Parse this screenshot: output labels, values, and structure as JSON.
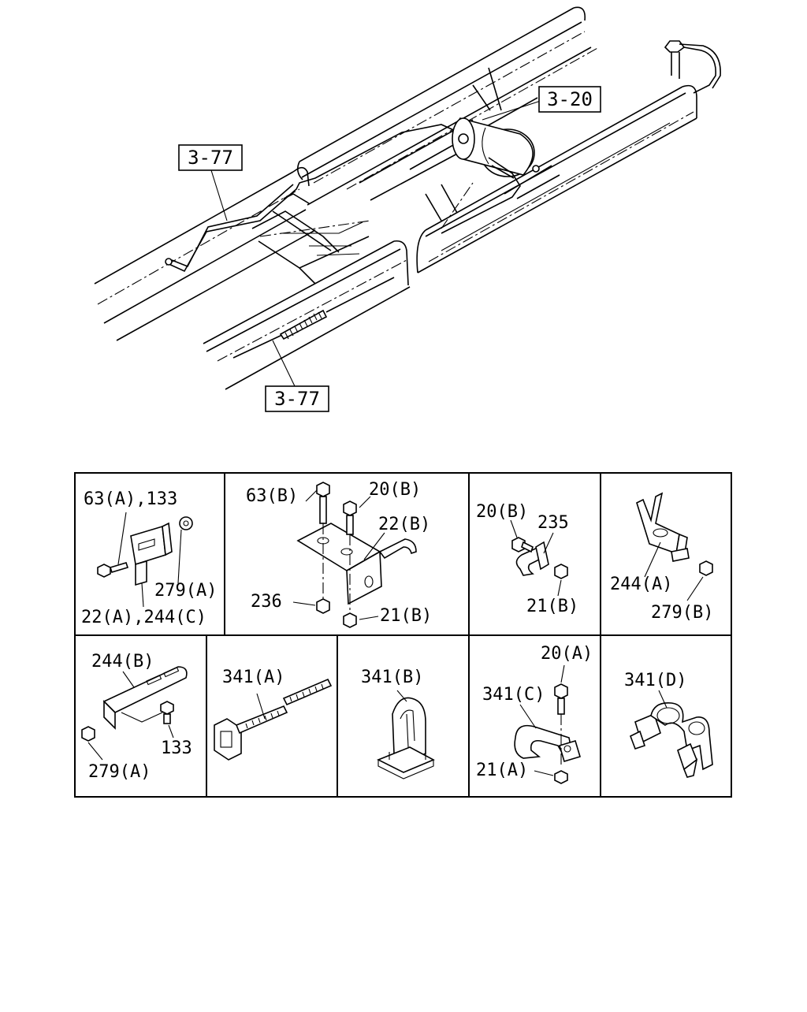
{
  "top_diagram": {
    "ref_boxes": [
      {
        "id": "ref-a",
        "label": "3-77"
      },
      {
        "id": "ref-b",
        "label": "3-20"
      },
      {
        "id": "ref-c",
        "label": "3-77"
      }
    ]
  },
  "parts_table": {
    "cells": [
      {
        "id": "c1",
        "labels": [
          "63(A),133",
          "279(A)",
          "22(A),244(C)"
        ]
      },
      {
        "id": "c2",
        "labels": [
          "63(B)",
          "20(B)",
          "22(B)",
          "236",
          "21(B)"
        ]
      },
      {
        "id": "c3",
        "labels": [
          "20(B)",
          "235",
          "21(B)"
        ]
      },
      {
        "id": "c4",
        "labels": [
          "244(A)",
          "279(B)"
        ]
      },
      {
        "id": "c5",
        "labels": [
          "244(B)",
          "133",
          "279(A)"
        ]
      },
      {
        "id": "c6",
        "labels": [
          "341(A)"
        ]
      },
      {
        "id": "c7",
        "labels": [
          "341(B)"
        ]
      },
      {
        "id": "c8",
        "labels": [
          "20(A)",
          "341(C)",
          "21(A)"
        ]
      },
      {
        "id": "c9",
        "labels": [
          "341(D)"
        ]
      }
    ]
  }
}
